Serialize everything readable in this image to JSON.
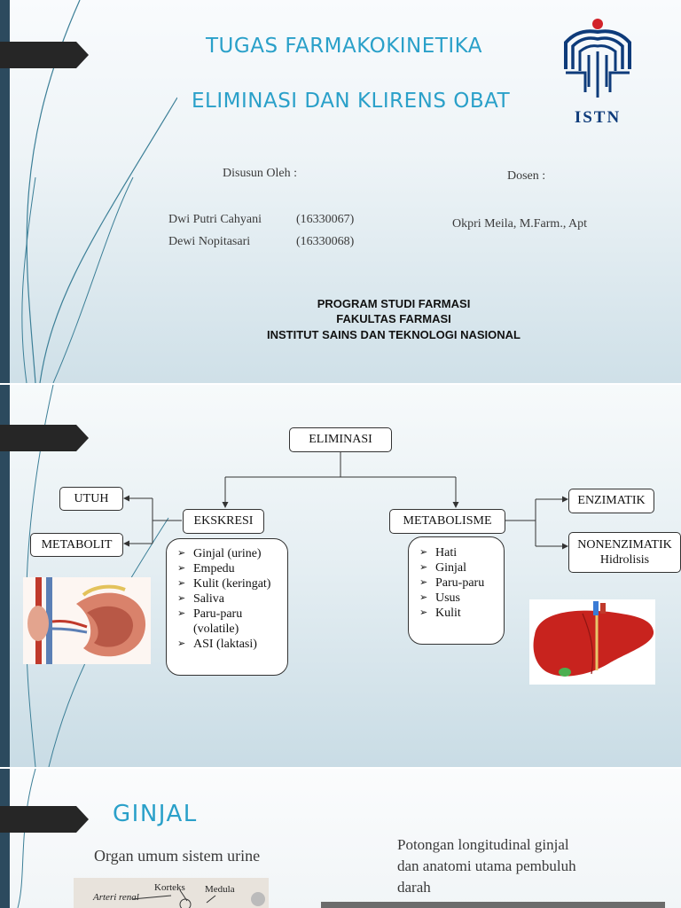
{
  "slide1": {
    "title_line1": "TUGAS FARMAKOKINETIKA",
    "title_line2": "ELIMINASI DAN KLIRENS OBAT",
    "logo_text": "ISTN",
    "disusun_label": "Disusun Oleh :",
    "dosen_label": "Dosen :",
    "authors": [
      {
        "name": "Dwi Putri Cahyani",
        "nim": "(16330067)"
      },
      {
        "name": "Dewi Nopitasari",
        "nim": "(16330068)"
      }
    ],
    "dosen_name": "Okpri Meila, M.Farm., Apt",
    "program": "PROGRAM STUDI FARMASI",
    "fakultas": "FAKULTAS FARMASI",
    "institut": "INSTITUT SAINS DAN TEKNOLOGI NASIONAL"
  },
  "slide2": {
    "root": "ELIMINASI",
    "ekskresi": "EKSKRESI",
    "metabolisme": "METABOLISME",
    "utuh": "UTUH",
    "metabolit": "METABOLIT",
    "enzimatik": "ENZIMATIK",
    "nonenzimatik": "NONENZIMATIK",
    "hidrolisis": "Hidrolisis",
    "ekskresi_items": [
      "Ginjal (urine)",
      "Empedu",
      "Kulit (keringat)",
      "Saliva",
      "Paru-paru",
      "(volatile)",
      "ASI (laktasi)"
    ],
    "metabolisme_items": [
      "Hati",
      "Ginjal",
      "Paru-paru",
      "Usus",
      "Kulit"
    ]
  },
  "slide3": {
    "title": "GINJAL",
    "subtitle": "Organ umum sistem urine",
    "caption_line1": "Potongan longitudinal ginjal",
    "caption_line2": "dan anatomi utama pembuluh",
    "caption_line3": "darah",
    "img_labels": [
      "Arteri renal",
      "Korteks",
      "Medula"
    ]
  },
  "colors": {
    "accent": "#2aa0c9",
    "sidebar": "#2c4a5e",
    "arrow": "#262626"
  }
}
